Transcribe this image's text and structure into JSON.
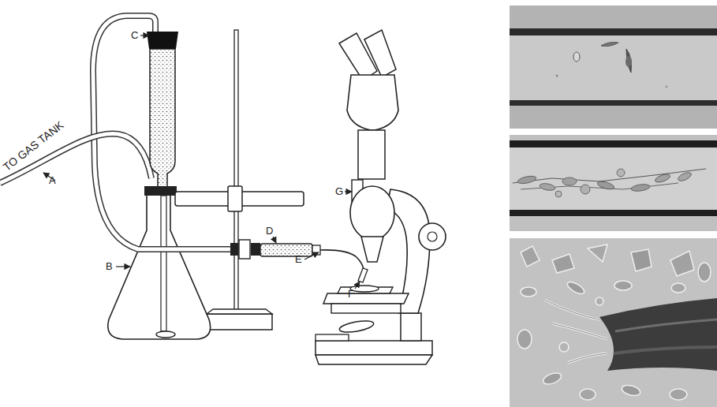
{
  "diagram": {
    "labels": [
      "TO GAS TANK",
      "A",
      "B",
      "C",
      "D",
      "E",
      "F",
      "G"
    ]
  }
}
